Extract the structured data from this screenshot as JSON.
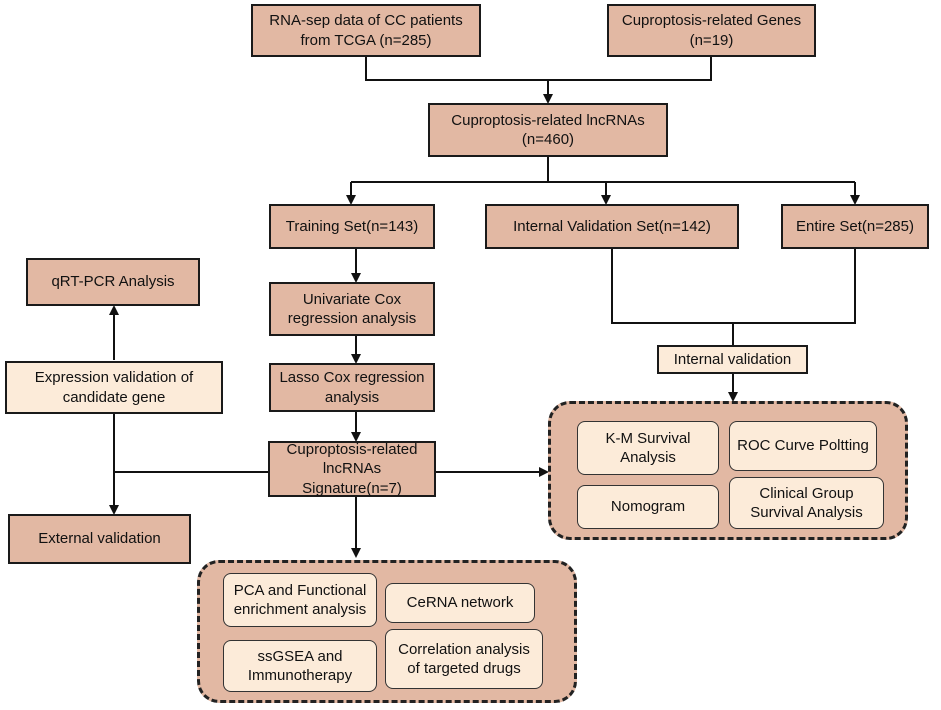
{
  "nodes": {
    "rna_data": "RNA-sep data of CC patients\nfrom TCGA (n=285)",
    "cuproptosis_genes": "Cuproptosis-related Genes\n(n=19)",
    "lncrnas": "Cuproptosis-related lncRNAs\n(n=460)",
    "training_set": "Training Set(n=143)",
    "internal_validation_set": "Internal Validation Set(n=142)",
    "entire_set": "Entire Set(n=285)",
    "univariate_cox": "Univariate Cox\nregression analysis",
    "lasso_cox": "Lasso Cox regression\nanalysis",
    "signature": "Cuproptosis-related\nlncRNAs Signature(n=7)",
    "qrt_pcr": "qRT-PCR Analysis",
    "expression_validation": "Expression validation of\ncandidate gene",
    "external_validation": "External validation",
    "internal_validation": "Internal validation"
  },
  "validation_group": {
    "km_survival": "K-M Survival\nAnalysis",
    "roc_curve": "ROC Curve Poltting",
    "nomogram": "Nomogram",
    "clinical_group": "Clinical Group\nSurvival Analysis"
  },
  "analysis_group": {
    "pca": "PCA and Functional\nenrichment analysis",
    "cerna": "CeRNA network",
    "ssgsea": "ssGSEA and\nImmunotherapy",
    "correlation": "Correlation analysis\nof targeted drugs"
  }
}
